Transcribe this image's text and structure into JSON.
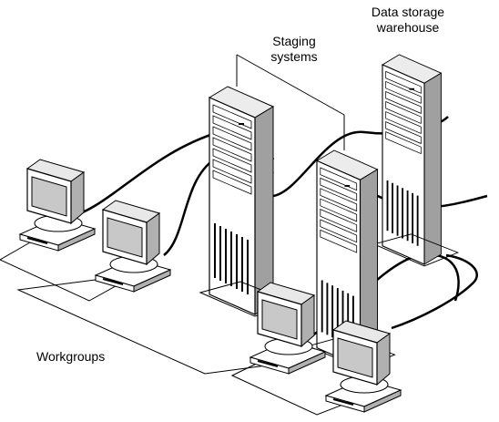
{
  "labels": {
    "storage_line1": "Data storage",
    "storage_line2": "warehouse",
    "staging_line1": "Staging",
    "staging_line2": "systems",
    "workgroups": "Workgroups"
  },
  "colors": {
    "stroke": "#000000",
    "panel": "#ffffff",
    "shade": "#c0c0c0",
    "dark": "#808080"
  }
}
